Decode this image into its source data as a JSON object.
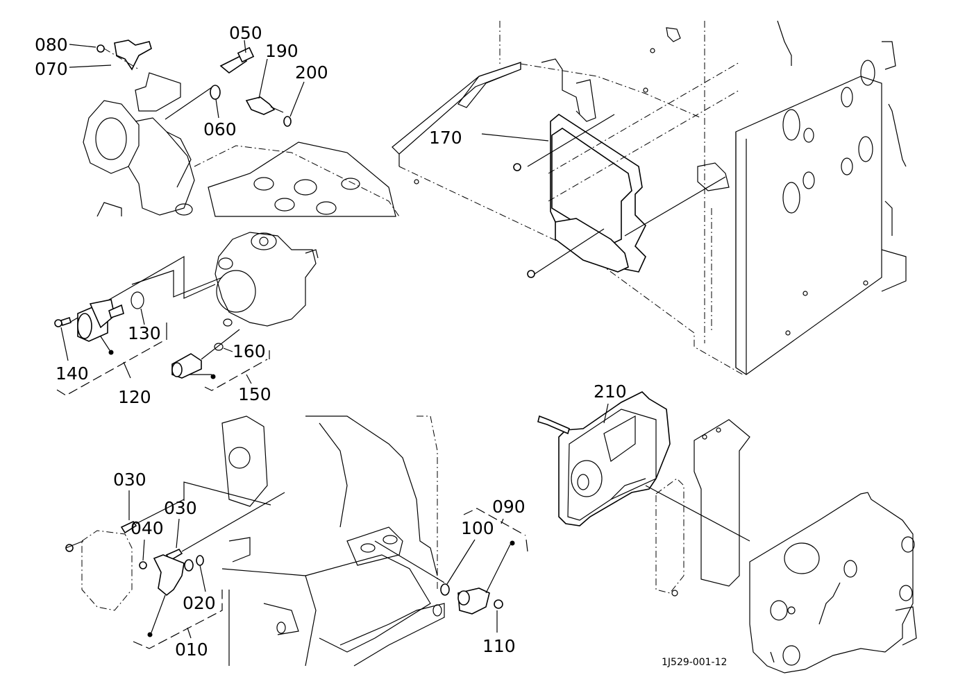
{
  "diagram": {
    "type": "exploded-parts-diagram",
    "drawing_code": "1J529-001-12",
    "callouts": [
      {
        "id": "c080",
        "label": "080"
      },
      {
        "id": "c070",
        "label": "070"
      },
      {
        "id": "c050",
        "label": "050"
      },
      {
        "id": "c190",
        "label": "190"
      },
      {
        "id": "c200",
        "label": "200"
      },
      {
        "id": "c060",
        "label": "060"
      },
      {
        "id": "c170",
        "label": "170"
      },
      {
        "id": "c130",
        "label": "130"
      },
      {
        "id": "c140",
        "label": "140"
      },
      {
        "id": "c120",
        "label": "120"
      },
      {
        "id": "c160",
        "label": "160"
      },
      {
        "id": "c150",
        "label": "150"
      },
      {
        "id": "c210",
        "label": "210"
      },
      {
        "id": "c030a",
        "label": "030"
      },
      {
        "id": "c030b",
        "label": "030"
      },
      {
        "id": "c040",
        "label": "040"
      },
      {
        "id": "c020",
        "label": "020"
      },
      {
        "id": "c010",
        "label": "010"
      },
      {
        "id": "c090",
        "label": "090"
      },
      {
        "id": "c100",
        "label": "100"
      },
      {
        "id": "c110",
        "label": "110"
      }
    ],
    "assemblies": [
      {
        "label": "120",
        "includes": [
          "130",
          "140"
        ]
      },
      {
        "label": "150",
        "includes": [
          "160"
        ]
      },
      {
        "label": "010",
        "includes": [
          "020"
        ]
      },
      {
        "label": "090",
        "includes": [
          "100"
        ]
      }
    ]
  }
}
